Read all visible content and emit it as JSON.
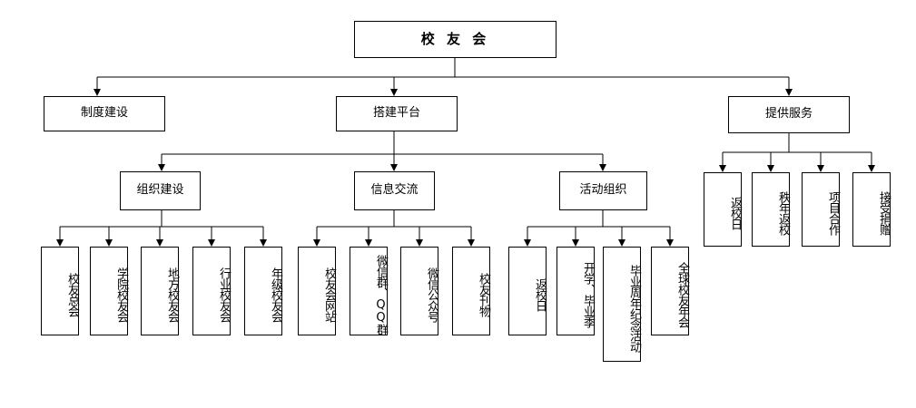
{
  "root": {
    "label": "校 友 会"
  },
  "level1": {
    "zhidu": "制度建设",
    "pingtai": "搭建平台",
    "fuwu": "提供服务"
  },
  "level2": {
    "zuzhi": "组织建设",
    "xinxi": "信息交流",
    "huodong": "活动组织"
  },
  "leaves": {
    "zuzhi": [
      "校友总会",
      "学院校友会",
      "地方校友会",
      "行业校友会",
      "年级校友会"
    ],
    "xinxi": [
      "校友会网站",
      "微信群、QQ群",
      "微信公众号",
      "校友刊物"
    ],
    "huodong": [
      "返校日",
      "开学、毕业季",
      "毕业周年纪念活动",
      "全球校友年会"
    ],
    "fuwu": [
      "返校日",
      "秩年返校",
      "项目合作",
      "接受捐赠"
    ]
  }
}
